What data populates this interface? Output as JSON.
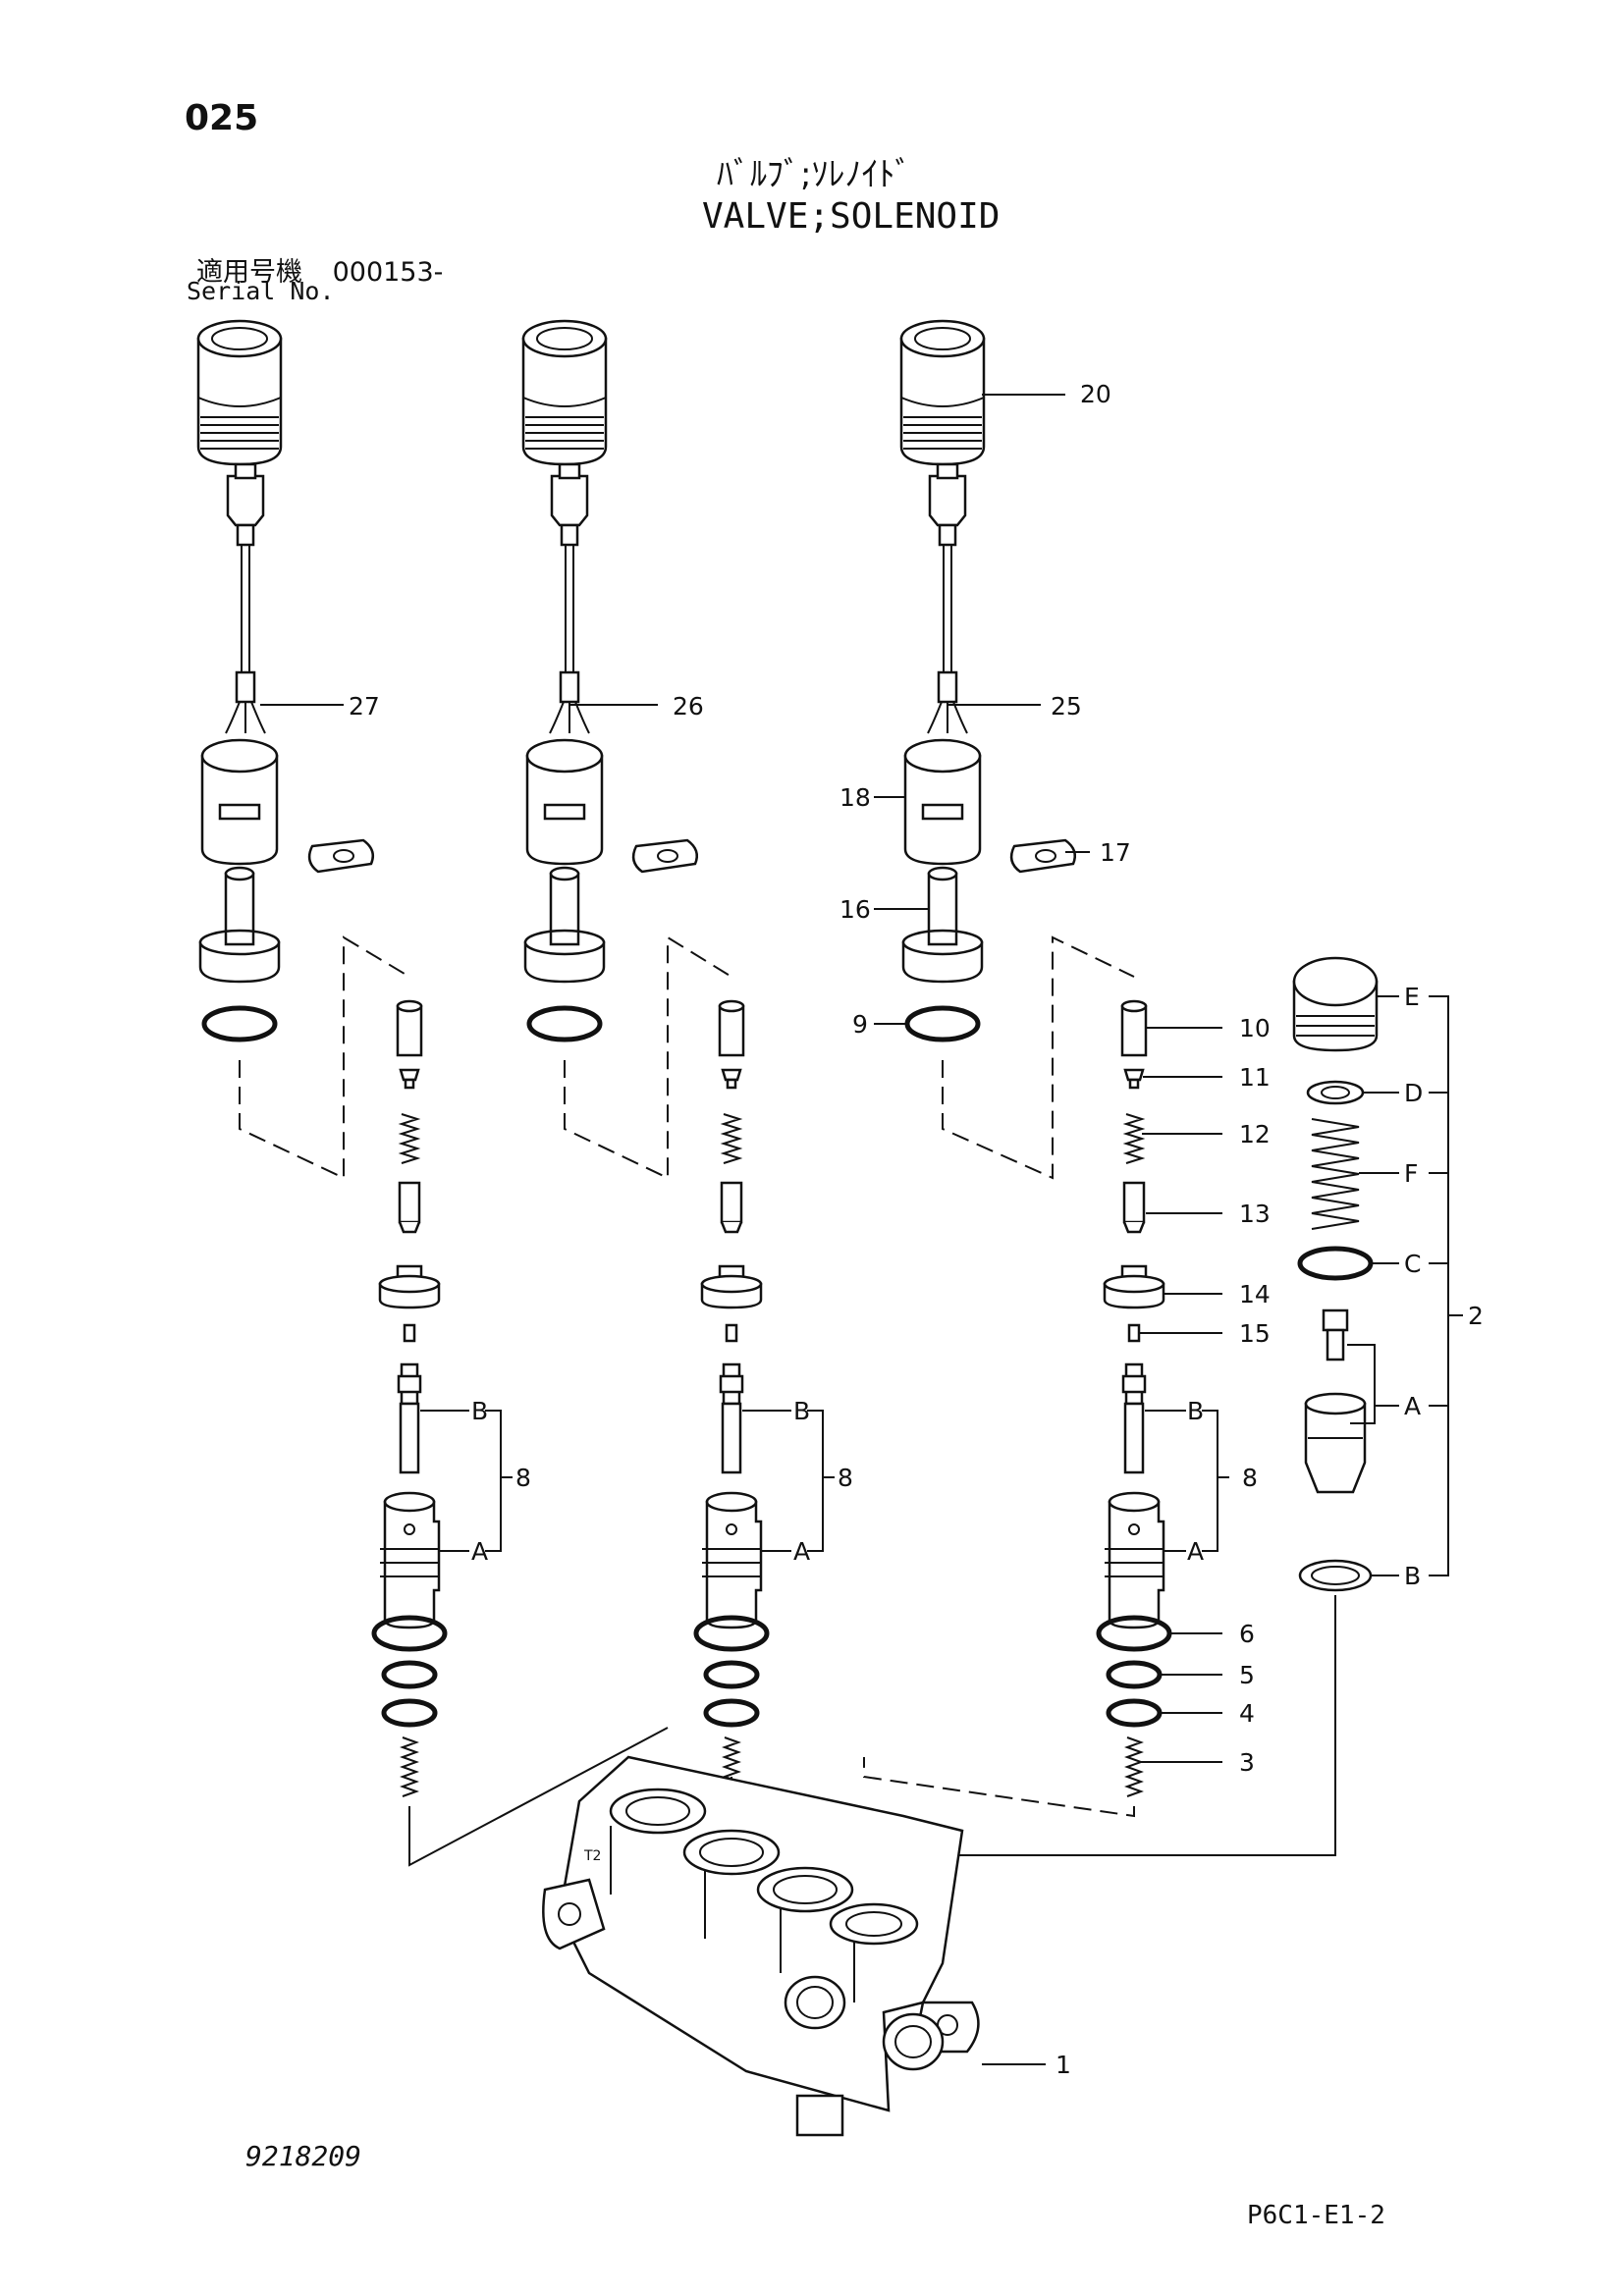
{
  "header": {
    "page_number": "025",
    "title_jp": "ﾊﾞﾙﾌﾞ;ｿﾚﾉｲﾄﾞ",
    "title_en": "VALVE;SOLENOID",
    "serial_label_jp": "適用号機",
    "serial_from": "000153-",
    "serial_label_en": "Serial No."
  },
  "footer": {
    "doc_number": "9218209",
    "page_code": "P6C1-E1-2"
  },
  "callouts": {
    "c1": "1",
    "c2": "2",
    "c3": "3",
    "c4": "4",
    "c5": "5",
    "c6": "6",
    "c8a": "8",
    "c8b": "8",
    "c8c": "8",
    "c9": "9",
    "c10": "10",
    "c11": "11",
    "c12": "12",
    "c13": "13",
    "c14": "14",
    "c15": "15",
    "c16": "16",
    "c17": "17",
    "c18": "18",
    "c20": "20",
    "c25": "25",
    "c26": "26",
    "c27": "27",
    "subA1": "A",
    "subB1": "B",
    "subA2": "A",
    "subB2": "B",
    "subA3": "A",
    "subB3": "B",
    "subE": "E",
    "subD": "D",
    "subF": "F",
    "subC": "C",
    "subA4": "A",
    "subB4": "B"
  }
}
